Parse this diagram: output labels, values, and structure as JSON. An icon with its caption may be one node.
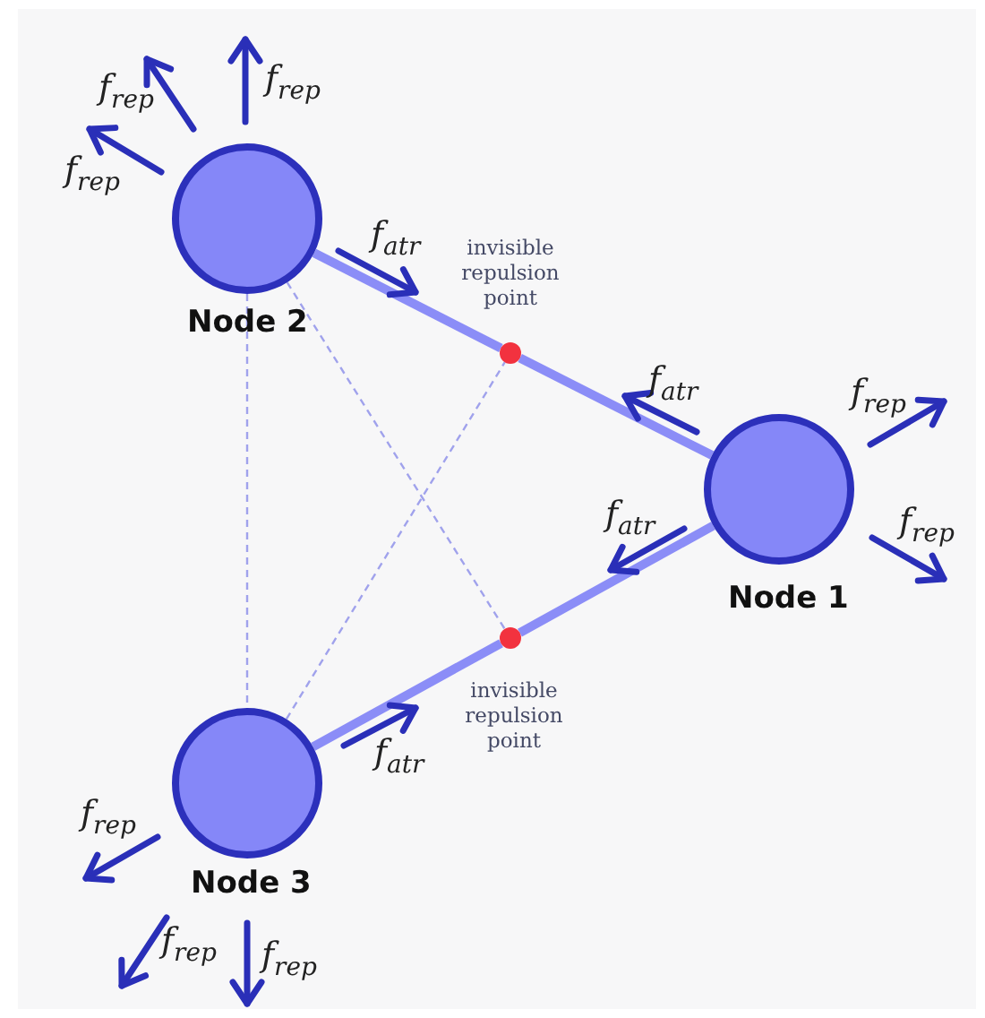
{
  "diagram": {
    "nodes": [
      {
        "text": [
          "Node 2"
        ]
      },
      {
        "text": [],
        "shape": "circle",
        "beside": [
          "invisible repulsion point"
        ]
      },
      {
        "text": [
          "Node 1"
        ]
      },
      {
        "text": [],
        "shape": "circle",
        "beside": [
          "invisible repulsion point"
        ]
      },
      {
        "text": [
          "Node 3"
        ]
      }
    ],
    "edges": [
      {
        "from": 0,
        "to": 1,
        "arrow": "none"
      },
      {
        "from": 1,
        "to": 2,
        "arrow": "none"
      },
      {
        "from": 2,
        "to": 3,
        "arrow": "none"
      },
      {
        "from": 3,
        "to": 4,
        "arrow": "none"
      },
      {
        "from": 0,
        "to": 4,
        "arrow": "none",
        "style": "dashed"
      },
      {
        "from": 0,
        "to": 3,
        "arrow": "none",
        "style": "dashed"
      },
      {
        "from": 4,
        "to": 1,
        "arrow": "none",
        "style": "dashed"
      }
    ],
    "labels": [
      "f$_{rep}$",
      "f$_{rep}$",
      "f$_{rep}$",
      "f$_{atr}$",
      "f$_{atr}$",
      "f$_{rep}$",
      "f$_{atr}$",
      "f$_{rep}$",
      "f$_{atr}$",
      "f$_{rep}$",
      "f$_{rep}$",
      "f$_{rep}$"
    ]
  }
}
